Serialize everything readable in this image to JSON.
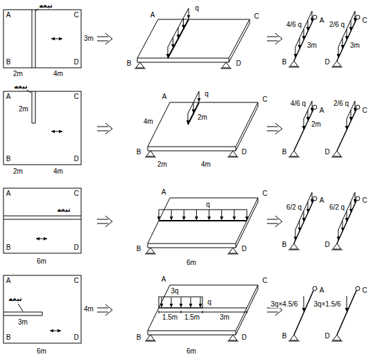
{
  "diagram": {
    "labels": [
      "تیغه",
      "A",
      "C",
      "3m",
      "B",
      "D",
      "2m",
      "4m",
      "A",
      "q",
      "C",
      "B",
      "D",
      "4/6 q",
      "A",
      "3m",
      "B",
      "2/6 q",
      "C",
      "3m",
      "D",
      "تیغه",
      "A",
      "C",
      "2m",
      "B",
      "D",
      "2m",
      "4m",
      "A",
      "q",
      "2m",
      "C",
      "4m",
      "B",
      "D",
      "2m",
      "4m",
      "4/6 q",
      "A",
      "2m",
      "B",
      "2/6 q",
      "C",
      "D",
      "A",
      "C",
      "تیغه",
      "B",
      "D",
      "6m",
      "A",
      "q",
      "C",
      "B",
      "D",
      "6m",
      "6/2 q",
      "A",
      "B",
      "6/2 q",
      "C",
      "D",
      "A",
      "C",
      "تیغه",
      "3m",
      "4m",
      "B",
      "D",
      "6m",
      "A",
      "3q",
      "q",
      "C",
      "1.5m",
      "1.5m",
      "3m",
      "B",
      "D",
      "6m",
      "3q×4.5/6",
      "A",
      "B",
      "3q×1.5/6",
      "C",
      "D"
    ]
  }
}
